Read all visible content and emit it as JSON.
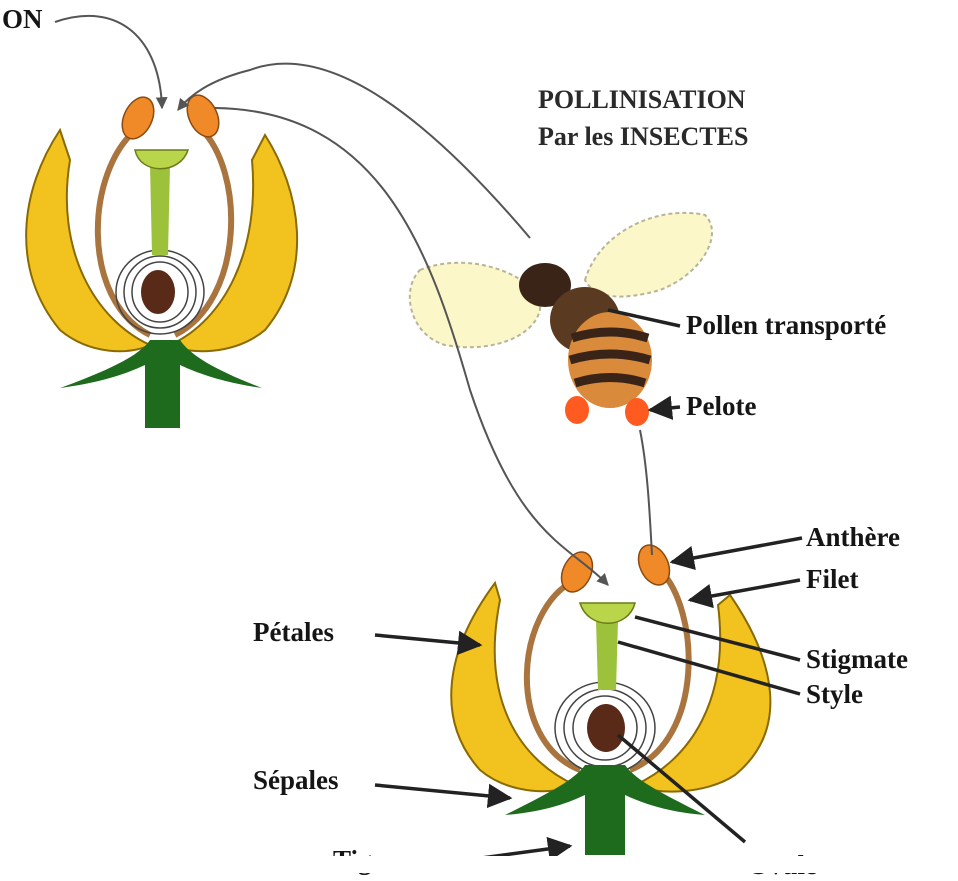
{
  "title": {
    "line1": "POLLINISATION",
    "line2": "Par les INSECTES"
  },
  "labels": {
    "top_left_fragment": "ON",
    "pollen": "Pollen transporté",
    "pelote": "Pelote",
    "anthere": "Anthère",
    "filet": "Filet",
    "petales": "Pétales",
    "stigmate": "Stigmate",
    "style": "Style",
    "sepales": "Sépales",
    "tige": "Tige",
    "ovule": "Ovule"
  },
  "colors": {
    "petal": "#F2C21E",
    "petal_edge": "#8a6a00",
    "sepal": "#1E6B1E",
    "filament": "#A9743E",
    "anther": "#F08A28",
    "stigma": "#B9D64A",
    "style": "#9CC23C",
    "ovule": "#5a2a18",
    "wing": "#FBF7C8",
    "bee_stripe_dark": "#3a2418",
    "bee_stripe_light": "#D98A3A",
    "pelote": "#FF5A1F",
    "arrow": "#222222"
  }
}
